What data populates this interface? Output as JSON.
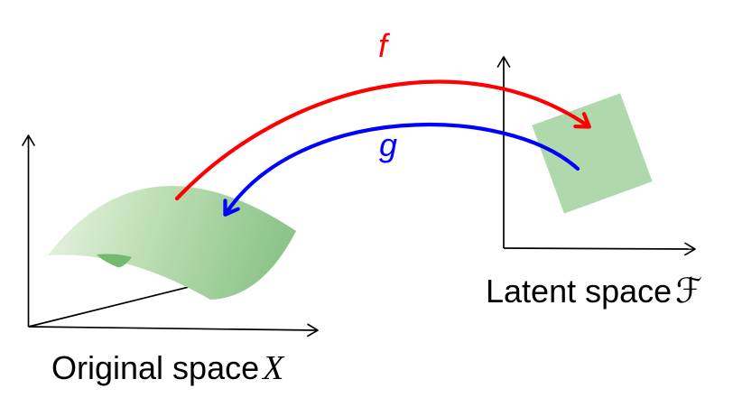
{
  "diagram": {
    "description_texts": {
      "original_space": {
        "label": "Original space",
        "symbol": "𝒳",
        "symbol_display": "X"
      },
      "latent_space": {
        "label": "Latent space",
        "symbol": "ℱ",
        "symbol_display": "ℱ"
      },
      "map_forward_label": "f",
      "map_inverse_label": "g"
    },
    "colors": {
      "background": "#ffffff",
      "axis_stroke": "#000000",
      "text": "#000000",
      "map_f_arrow": "#ff0000",
      "map_g_arrow": "#0000ff",
      "latent_patch_fill": "#b0d8ad",
      "manifold_gradient_light": "#e9f4e6",
      "manifold_gradient_mid": "#bedfb4",
      "manifold_gradient_dark": "#8cc489",
      "manifold_fold_fill": "#74b96e"
    }
  }
}
